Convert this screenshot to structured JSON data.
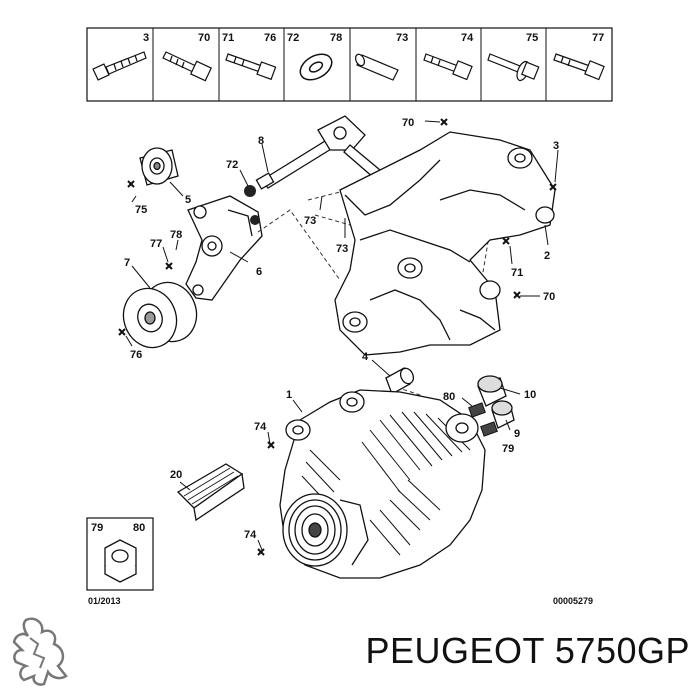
{
  "strip_parts": [
    {
      "left": "3",
      "right": "",
      "icon": "screw-icon"
    },
    {
      "left": "",
      "right": "70",
      "icon": "bolt-icon"
    },
    {
      "left": "71",
      "right": "76",
      "icon": "bolt-icon"
    },
    {
      "left": "72",
      "right": "78",
      "icon": "washer-icon"
    },
    {
      "left": "",
      "right": "73",
      "icon": "dowel-pin-icon"
    },
    {
      "left": "",
      "right": "74",
      "icon": "bolt-icon"
    },
    {
      "left": "",
      "right": "75",
      "icon": "flange-bolt-icon"
    },
    {
      "left": "",
      "right": "77",
      "icon": "bolt-icon"
    }
  ],
  "callouts": {
    "c1": "1",
    "c2": "2",
    "c3": "3",
    "c4": "4",
    "c5": "5",
    "c6": "6",
    "c7": "7",
    "c8": "8",
    "c9": "9",
    "c10": "10",
    "c20": "20",
    "c70a": "70",
    "c70b": "70",
    "c71": "71",
    "c72": "72",
    "c73a": "73",
    "c73b": "73",
    "c74a": "74",
    "c74b": "74",
    "c75": "75",
    "c76": "76",
    "c77": "77",
    "c78": "78",
    "c79": "79",
    "c80": "80"
  },
  "nut_box": {
    "left": "79",
    "right": "80",
    "icon": "nut-icon"
  },
  "footer": {
    "date": "01/2013",
    "ref": "00005279"
  },
  "brand": "PEUGEOT 5750GP",
  "logo_icon": "peugeot-lion-icon"
}
